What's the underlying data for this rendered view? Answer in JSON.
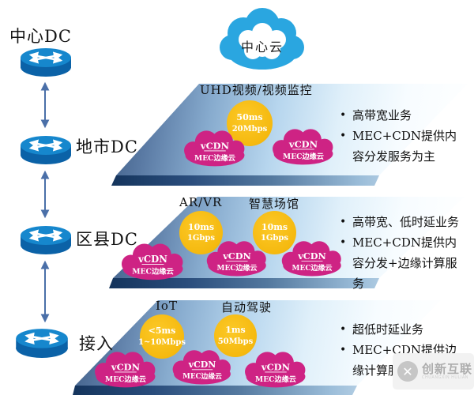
{
  "colors": {
    "cloud_pink": "#ce2384",
    "metric_yellow": "#f5b90f",
    "router_blue_dark": "#0b62a7",
    "router_blue_light": "#1687cd",
    "central_cloud_blue": "#2aa6e0",
    "connector_blue": "#4a6fa8",
    "platform_dark": "#14345c",
    "platform_light": "#eaf4fb"
  },
  "left_column": {
    "nodes": [
      {
        "label": "中心DC"
      },
      {
        "label": "地市DC"
      },
      {
        "label": "区县DC"
      },
      {
        "label": "接入"
      }
    ]
  },
  "central_cloud": {
    "label": "中心云"
  },
  "edge_cloud": {
    "name": "vCDN",
    "subtitle": "MEC边缘云"
  },
  "tiers": [
    {
      "apps": [
        {
          "name": "UHD视频/视频监控"
        }
      ],
      "metrics": [
        {
          "latency": "50ms",
          "bandwidth": "20Mbps"
        }
      ],
      "bullets": [
        "高带宽业务",
        "MEC+CDN提供内容分发服务为主"
      ]
    },
    {
      "apps": [
        {
          "name": "AR/VR"
        },
        {
          "name": "智慧场馆"
        }
      ],
      "metrics": [
        {
          "latency": "10ms",
          "bandwidth": "1Gbps"
        },
        {
          "latency": "10ms",
          "bandwidth": "1Gbps"
        }
      ],
      "bullets": [
        "高带宽、低时延业务",
        "MEC+CDN提供内容分发+边缘计算服务"
      ]
    },
    {
      "apps": [
        {
          "name": "IoT"
        },
        {
          "name": "自动驾驶"
        }
      ],
      "metrics": [
        {
          "latency": "<5ms",
          "bandwidth": "1~10Mbps"
        },
        {
          "latency": "1ms",
          "bandwidth": "50Mbps"
        }
      ],
      "bullets": [
        "超低时延业务",
        "MEC+CDN提供边缘计算服务"
      ]
    }
  ],
  "watermark": {
    "brand": "创新互联",
    "logo_glyph": "✕",
    "subtext": "CHUANGXIN HULIAN"
  }
}
